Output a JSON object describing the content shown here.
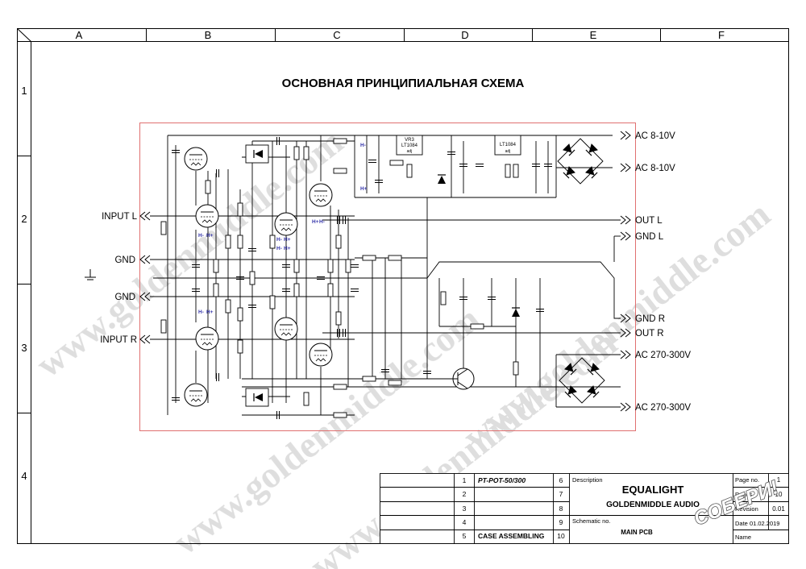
{
  "frame": {
    "columns": [
      "A",
      "B",
      "C",
      "D",
      "E",
      "F"
    ],
    "rows": [
      "1",
      "2",
      "3",
      "4"
    ]
  },
  "title": "ОСНОВНАЯ ПРИНЦИПИАЛЬНАЯ СХЕМА",
  "left_labels": {
    "input_l": "INPUT L",
    "gnd_1": "GND",
    "gnd_2": "GND",
    "input_r": "INPUT R"
  },
  "right_labels": {
    "ac1": "AC 8-10V",
    "ac2": "AC 8-10V",
    "out_l": "OUT L",
    "gnd_l": "GND L",
    "gnd_r": "GND R",
    "out_r": "OUT R",
    "ac3": "AC 270-300V",
    "ac4": "AC 270-300V"
  },
  "regulators": {
    "vr3_name": "VR3",
    "vr3_part": "LT1084",
    "vr3_adj": "adj",
    "vr4_part": "LT1084",
    "vr4_adj": "adj"
  },
  "heater_marks": [
    "H-",
    "H+",
    "H-",
    "H+",
    "H-",
    "H+",
    "H-",
    "H+",
    "H-",
    "H+",
    "H+",
    "H-"
  ],
  "title_block": {
    "nums_left": [
      "1",
      "2",
      "3",
      "4",
      "5"
    ],
    "entries_left": [
      "PT-POT-50/300",
      "",
      "",
      "",
      "CASE ASSEMBLING"
    ],
    "nums_right": [
      "6",
      "7",
      "8",
      "9",
      "10"
    ],
    "description_label": "Description",
    "company_1": "EQUALIGHT",
    "company_2": "GOLDENMIDDLE AUDIO",
    "schematic_label": "Schematic no.",
    "schematic_value": "MAIN PCB",
    "page_no": "Page no.",
    "page_no_value": "1",
    "pages": "Pages",
    "pages_value": "10",
    "revision": "Revision",
    "revision_value": "0.01",
    "date": "Date",
    "date_value": "01.02.2019",
    "name": "Name"
  },
  "watermark": "www.goldenmiddle.com",
  "stamp": "СОБЕРИ!",
  "colors": {
    "board_outline": "#e07070",
    "watermark": "#d8d8d8",
    "heater": "#3333aa",
    "ink": "#000000"
  }
}
